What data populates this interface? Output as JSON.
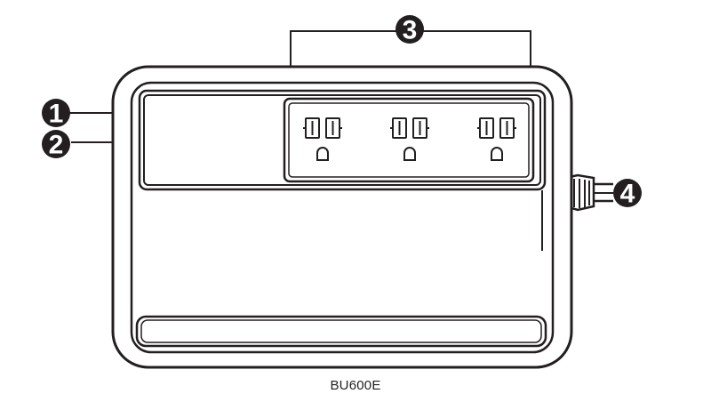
{
  "model": "BU600E",
  "callouts": [
    "1",
    "2",
    "3",
    "4"
  ],
  "colors": {
    "ink": "#231f20",
    "background": "#ffffff"
  },
  "outlets": {
    "count": 3
  }
}
